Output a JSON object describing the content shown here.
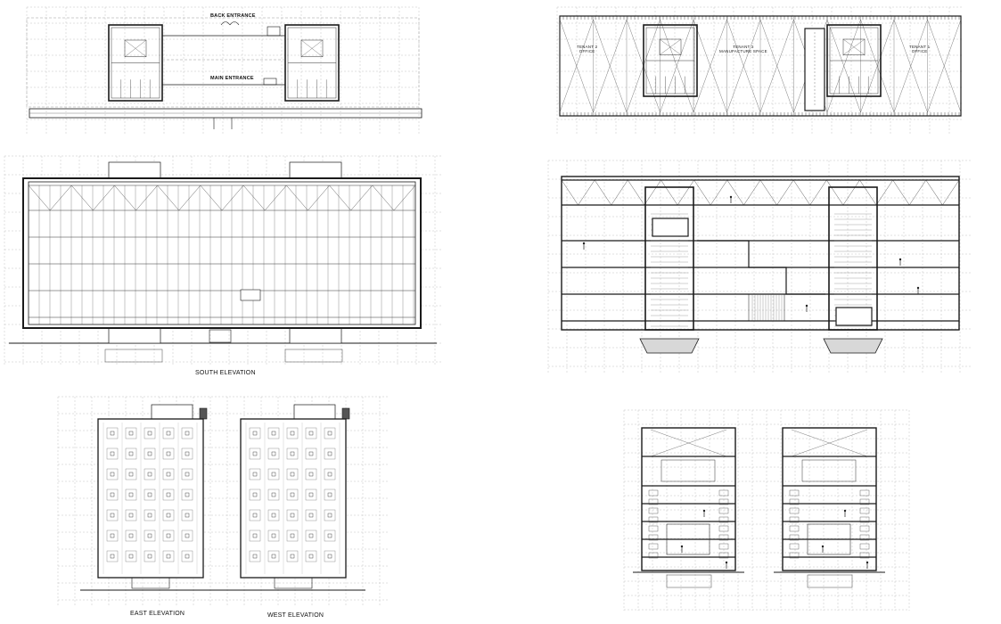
{
  "ground_floor_plan": {
    "back_entrance": "BACK ENTRANCE",
    "main_entrance": "MAIN ENTRANCE"
  },
  "upper_floor_plan": {
    "tenant_left": "TENANT 2\nOFFICE",
    "tenant_center": "TENANT 2\nMANUFACTURE SPACE",
    "tenant_right": "TENANT 1\nOFFICE"
  },
  "south_elevation": {
    "caption": "SOUTH ELEVATION"
  },
  "east_elevation": {
    "caption": "EAST ELEVATION"
  },
  "west_elevation": {
    "caption": "WEST ELEVATION"
  },
  "colors": {
    "line": "#1a1a1a",
    "grid": "#b5b5b5",
    "fill": "#d8d8d8"
  }
}
